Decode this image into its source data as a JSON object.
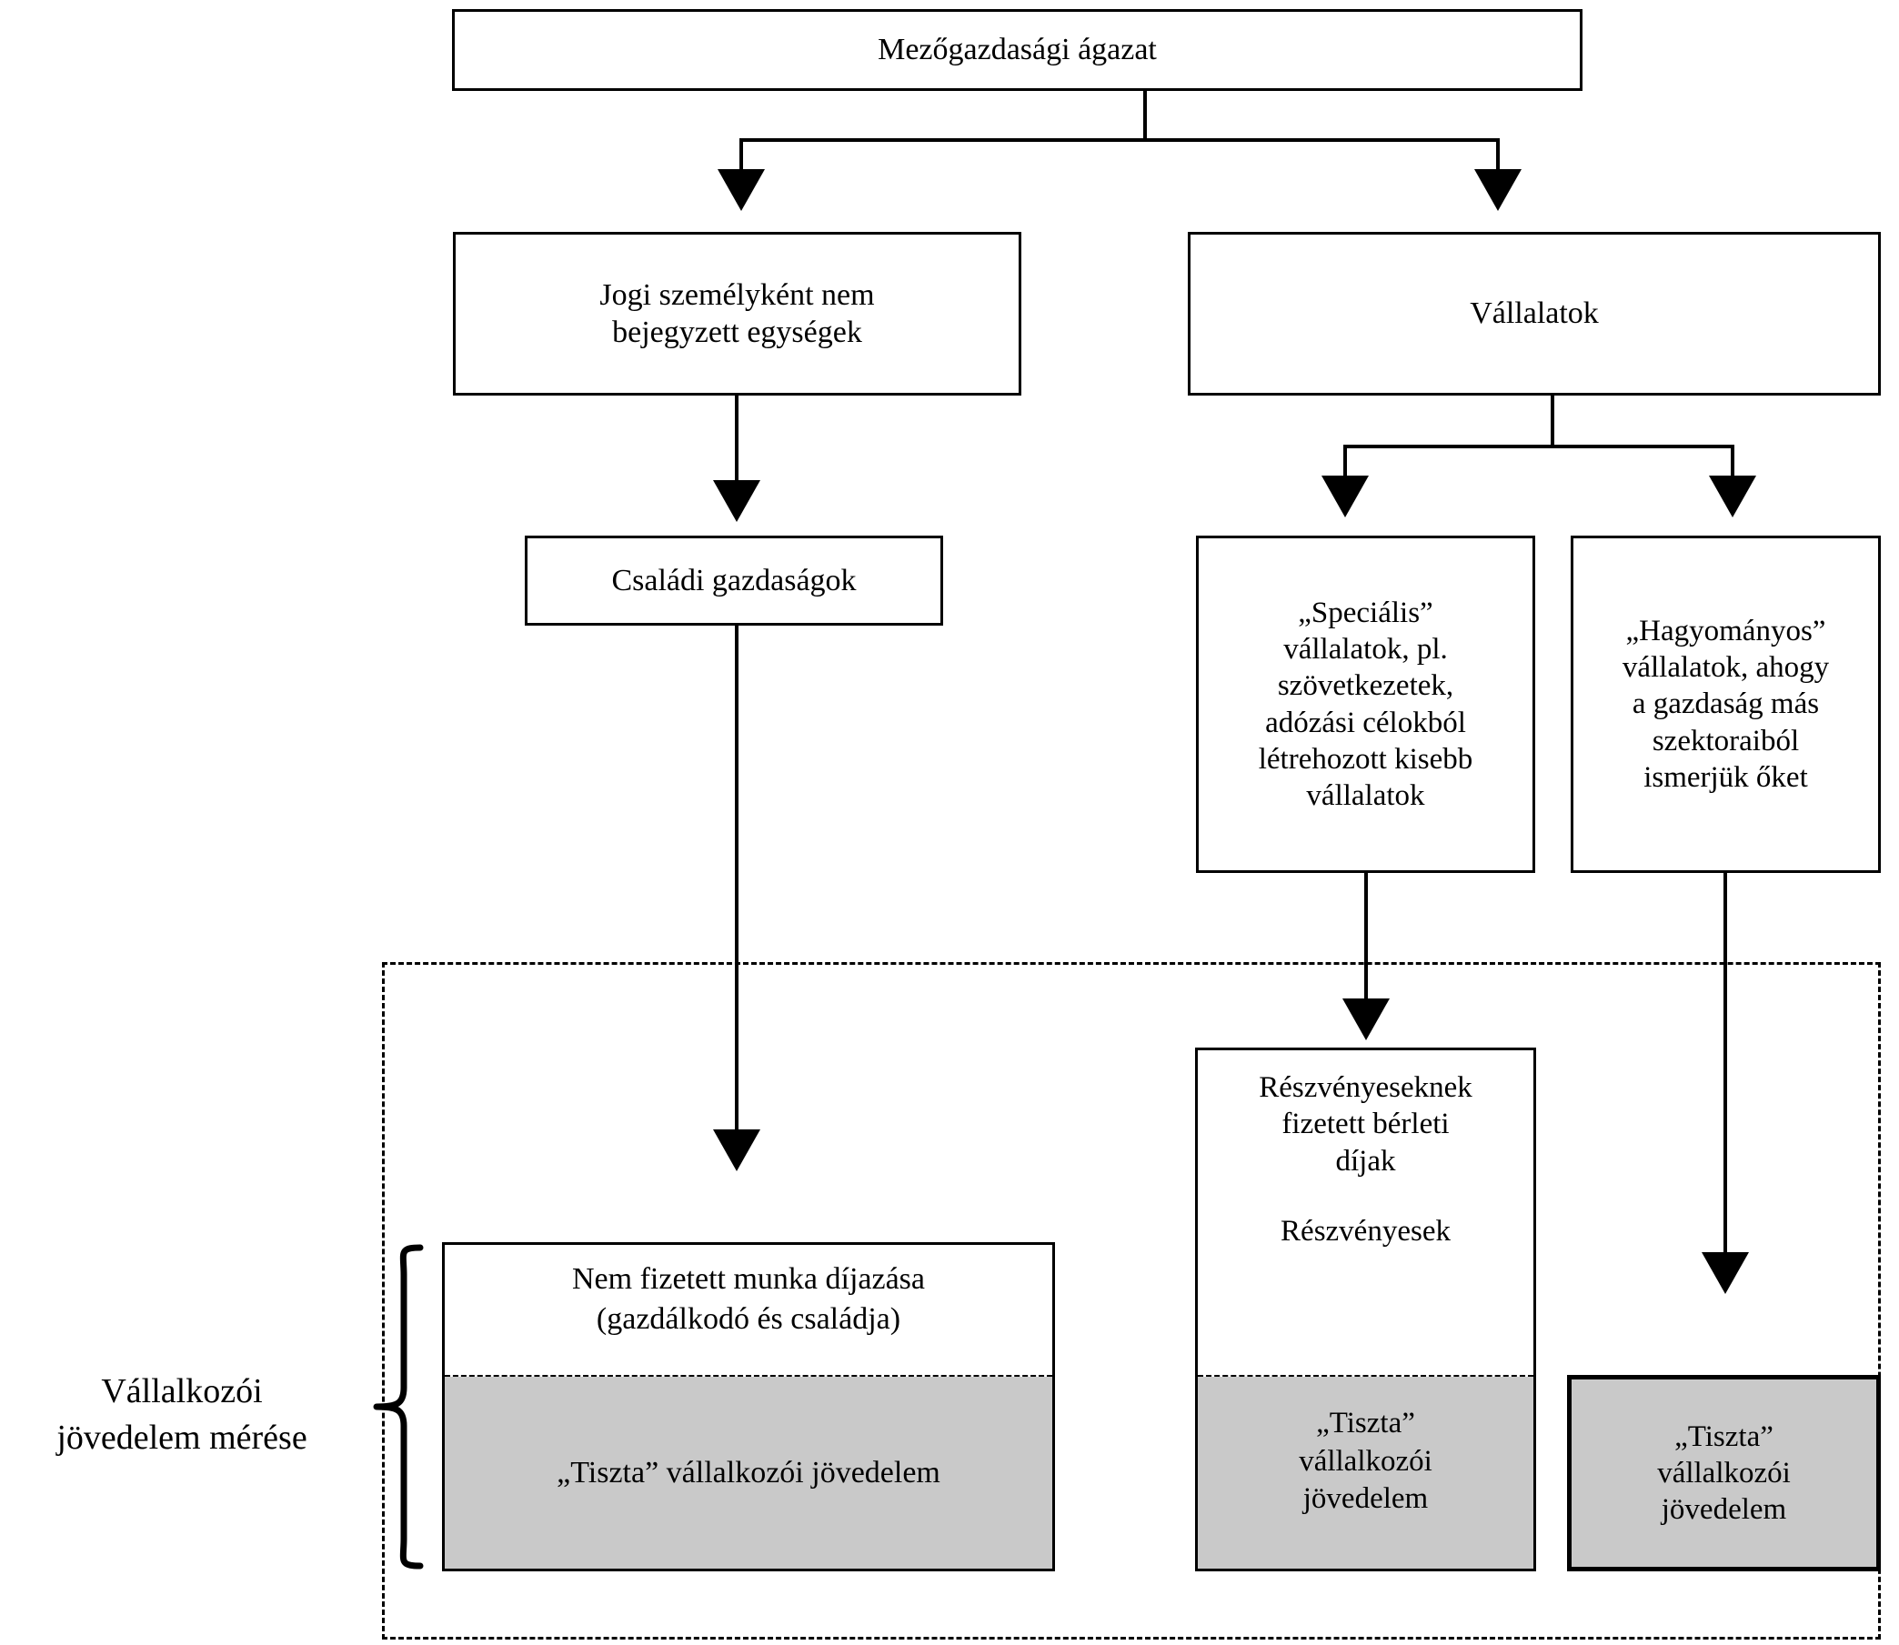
{
  "diagram": {
    "title_box": "Mezőgazdasági ágazat",
    "nodes": {
      "root": "Mezőgazdasági ágazat",
      "non_legal_units": "Jogi személyként nem\nbejegyzett egységek",
      "companies": "Vállalatok",
      "family_farms": "Családi gazdaságok",
      "special_companies": "„Speciális”\nvállalatok, pl.\nszövetkezetek,\nadózási célokból\nlétrehozott kisebb\nvállalatok",
      "traditional_companies": "„Hagyományos”\nvállalatok, ahogy\na gazdaság más\nszektoraiból\nismerjük őket",
      "unpaid_work": "Nem fizetett munka díjazása\n(gazdálkodó és családja)",
      "net_entrepreneurial_income_wide": "„Tiszta” vállalkozói jövedelem",
      "shareholder_rents": "Részvényeseknek\nfizetett bérleti\ndíjak",
      "shareholders": "Részvényesek",
      "net_entrepreneurial_income_mid": "„Tiszta”\nvállalkozói\njövedelem",
      "net_entrepreneurial_income_right": "„Tiszta”\nvállalkozói\njövedelem"
    },
    "side_label": "Vállalkozói\njövedelem mérése",
    "colors": {
      "shaded_fill": "#c9c9c9",
      "line": "#000000",
      "background": "#ffffff"
    }
  }
}
